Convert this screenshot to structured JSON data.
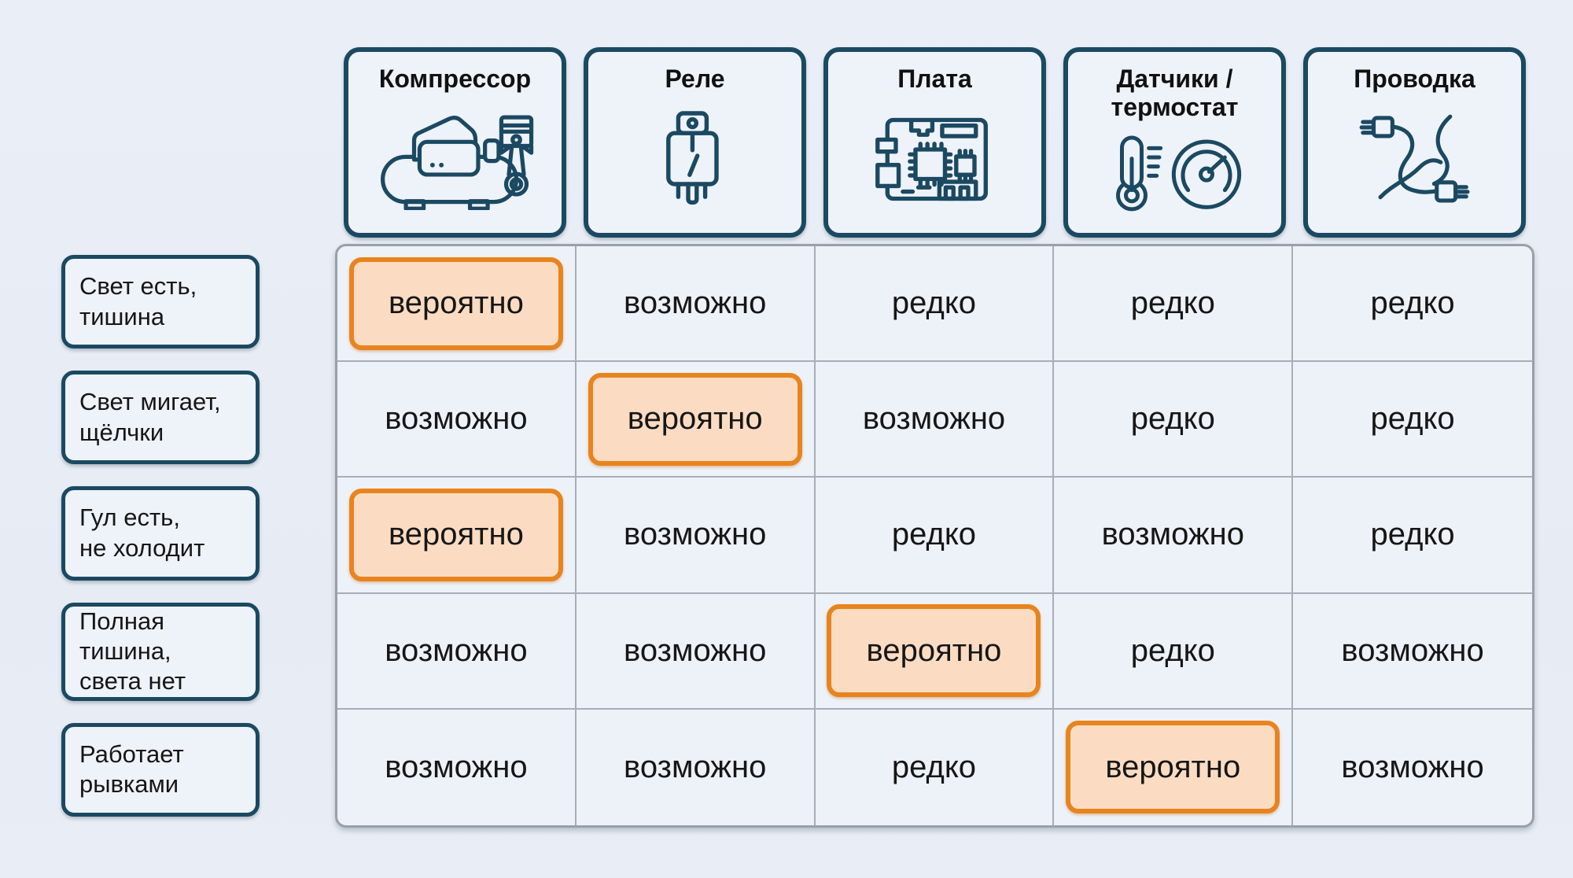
{
  "palette": {
    "background": "#e8ecf4",
    "panel_fill": "#eef2f9",
    "navy_border": "#1b4961",
    "grid_line": "#a9adb5",
    "highlight_border": "#e8841e",
    "highlight_fill": "#fbdcc2",
    "text": "#161616"
  },
  "columns": [
    {
      "label_lines": [
        "Компрессор"
      ],
      "icon": "compressor-icon"
    },
    {
      "label_lines": [
        "Реле"
      ],
      "icon": "relay-icon"
    },
    {
      "label_lines": [
        "Плата"
      ],
      "icon": "circuit-board-icon"
    },
    {
      "label_lines": [
        "Датчики /",
        "термостат"
      ],
      "icon": "sensors-thermostat-icon"
    },
    {
      "label_lines": [
        "Проводка"
      ],
      "icon": "wiring-icon"
    }
  ],
  "rows": [
    {
      "label_lines": [
        "Свет есть,",
        "тишина"
      ],
      "cells": [
        {
          "text": "вероятно",
          "highlighted": true
        },
        {
          "text": "возможно",
          "highlighted": false
        },
        {
          "text": "редко",
          "highlighted": false
        },
        {
          "text": "редко",
          "highlighted": false
        },
        {
          "text": "редко",
          "highlighted": false
        }
      ]
    },
    {
      "label_lines": [
        "Свет мигает,",
        "щёлчки"
      ],
      "cells": [
        {
          "text": "возможно",
          "highlighted": false
        },
        {
          "text": "вероятно",
          "highlighted": true
        },
        {
          "text": "возможно",
          "highlighted": false
        },
        {
          "text": "редко",
          "highlighted": false
        },
        {
          "text": "редко",
          "highlighted": false
        }
      ]
    },
    {
      "label_lines": [
        "Гул есть,",
        "не холодит"
      ],
      "cells": [
        {
          "text": "вероятно",
          "highlighted": true
        },
        {
          "text": "возможно",
          "highlighted": false
        },
        {
          "text": "редко",
          "highlighted": false
        },
        {
          "text": "возможно",
          "highlighted": false
        },
        {
          "text": "редко",
          "highlighted": false
        }
      ]
    },
    {
      "label_lines": [
        "Полная тишина,",
        "света нет"
      ],
      "cells": [
        {
          "text": "возможно",
          "highlighted": false
        },
        {
          "text": "возможно",
          "highlighted": false
        },
        {
          "text": "вероятно",
          "highlighted": true
        },
        {
          "text": "редко",
          "highlighted": false
        },
        {
          "text": "возможно",
          "highlighted": false
        }
      ]
    },
    {
      "label_lines": [
        "Работает",
        "рывками"
      ],
      "cells": [
        {
          "text": "возможно",
          "highlighted": false
        },
        {
          "text": "возможно",
          "highlighted": false
        },
        {
          "text": "редко",
          "highlighted": false
        },
        {
          "text": "вероятно",
          "highlighted": true
        },
        {
          "text": "возможно",
          "highlighted": false
        }
      ]
    }
  ]
}
